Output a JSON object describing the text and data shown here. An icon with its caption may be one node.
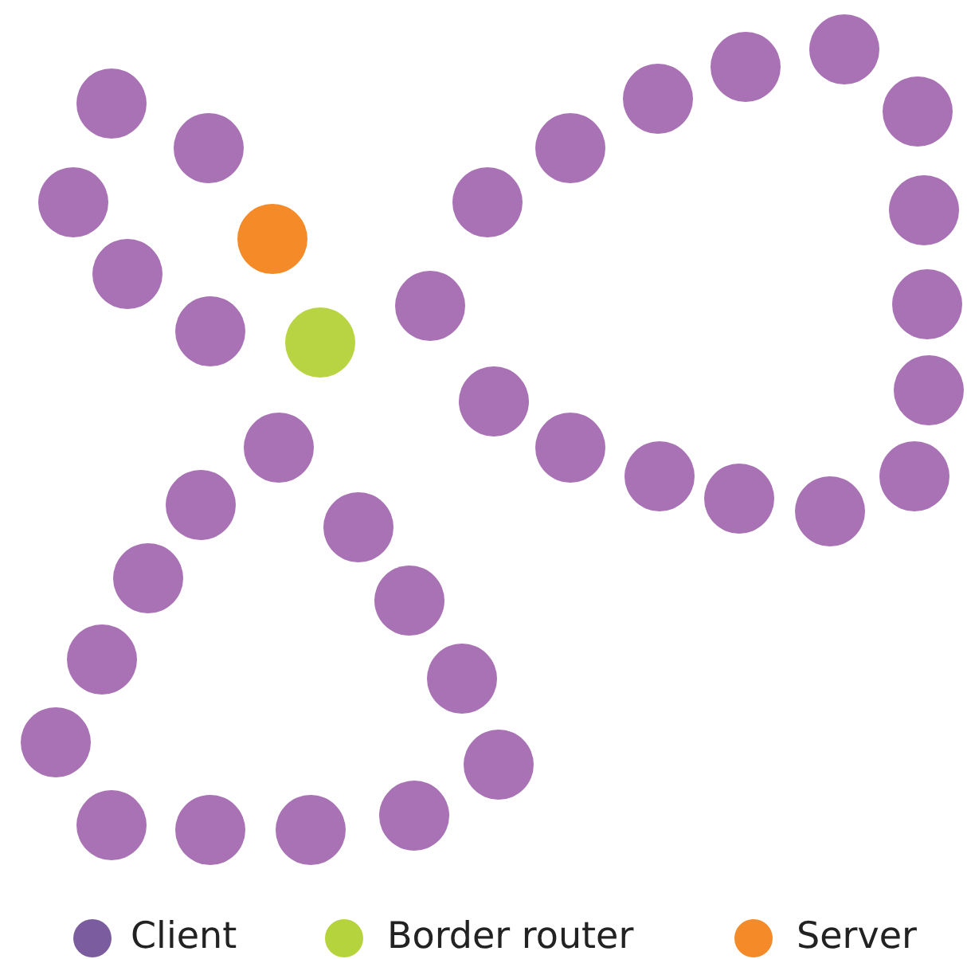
{
  "diagram": {
    "nodes": [
      {
        "text": [],
        "shape": "circle"
      },
      {
        "text": [],
        "shape": "circle"
      },
      {
        "text": [],
        "shape": "circle"
      },
      {
        "text": [],
        "shape": "circle"
      },
      {
        "text": [],
        "shape": "circle"
      },
      {
        "text": [],
        "shape": "circle"
      },
      {
        "text": [],
        "shape": "circle"
      },
      {
        "text": [],
        "shape": "circle"
      },
      {
        "text": [],
        "shape": "circle"
      },
      {
        "text": [],
        "shape": "circle"
      },
      {
        "text": [],
        "shape": "circle"
      },
      {
        "text": [],
        "shape": "circle"
      },
      {
        "text": [],
        "shape": "circle"
      },
      {
        "text": [],
        "shape": "circle"
      },
      {
        "text": [],
        "shape": "circle"
      },
      {
        "text": [],
        "shape": "circle"
      },
      {
        "text": [],
        "shape": "circle"
      },
      {
        "text": [],
        "shape": "circle"
      },
      {
        "text": [],
        "shape": "circle"
      },
      {
        "text": [],
        "shape": "circle"
      },
      {
        "text": [],
        "shape": "circle"
      },
      {
        "text": [],
        "shape": "circle"
      },
      {
        "text": [],
        "shape": "circle"
      },
      {
        "text": [],
        "shape": "circle"
      },
      {
        "text": [],
        "shape": "circle"
      },
      {
        "text": [],
        "shape": "circle"
      },
      {
        "text": [],
        "shape": "circle"
      },
      {
        "text": [],
        "shape": "circle"
      },
      {
        "text": [],
        "shape": "circle"
      },
      {
        "text": [],
        "shape": "circle"
      },
      {
        "text": [],
        "shape": "circle"
      },
      {
        "text": [],
        "shape": "circle"
      },
      {
        "text": [],
        "shape": "circle"
      },
      {
        "text": [],
        "shape": "circle"
      },
      {
        "text": [],
        "shape": "circle"
      },
      {
        "text": [],
        "shape": "circle"
      }
    ],
    "legend": [
      {
        "text": "Client",
        "color": "#7b5c9e"
      },
      {
        "text": "Border router",
        "color": "#b5d33d"
      },
      {
        "text": "Server",
        "color": "#f48a28"
      }
    ]
  }
}
